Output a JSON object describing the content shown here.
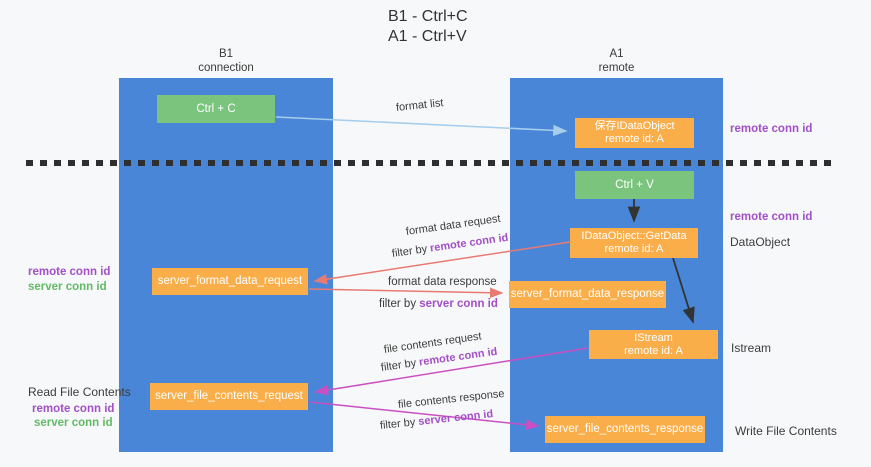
{
  "title": {
    "line1": "B1 - Ctrl+C",
    "line2": "A1 - Ctrl+V"
  },
  "columns": {
    "left": {
      "name": "B1",
      "role": "connection"
    },
    "right": {
      "name": "A1",
      "role": "remote"
    }
  },
  "boxes": {
    "ctrl_c": {
      "label": "Ctrl + C"
    },
    "save_dataobject": {
      "line1": "保存IDataObject",
      "line2": "remote id: A"
    },
    "ctrl_v": {
      "label": "Ctrl + V"
    },
    "getdata": {
      "line1": "IDataObject::GetData",
      "line2": "remote id: A"
    },
    "istream": {
      "line1": "IStream",
      "line2": "remote id: A"
    },
    "server_format_data_request": {
      "label": "server_format_data_request"
    },
    "server_format_data_response": {
      "label": "server_format_data_response"
    },
    "server_file_contents_request": {
      "label": "server_file_contents_request"
    },
    "server_file_contents_response": {
      "label": "server_file_contents_response"
    }
  },
  "flow_labels": {
    "format_list": "format list",
    "filter_by": "filter by ",
    "remote_conn_id": "remote conn id",
    "server_conn_id": "server conn id",
    "format_data_request": "format data request",
    "format_data_response": "format data response",
    "file_contents_request": "file contents request",
    "file_contents_response": "file contents response"
  },
  "annotations": {
    "top_remote_conn_id": "remote conn id",
    "mid_remote_conn_id": "remote conn id",
    "dataobject": "DataObject",
    "istream": "Istream",
    "write_file_contents": "Write File Contents",
    "read_file_contents": "Read File Contents",
    "left_remote_conn_id": "remote conn id",
    "left_server_conn_id": "server conn id",
    "left2_remote_conn_id": "remote conn id",
    "left2_server_conn_id": "server conn id"
  },
  "colors": {
    "column_blue": "#4a86d8",
    "box_green": "#7bc47e",
    "box_orange": "#f9ae4a",
    "purple_text": "#a24fc8",
    "green_text": "#62ba66",
    "arrow_lightblue": "#a6cdec",
    "arrow_black": "#333333",
    "arrow_red": "#e87a72",
    "arrow_magenta": "#c94fc2",
    "dash_line": "#2f2f2f",
    "background": "#f7f8f9"
  }
}
